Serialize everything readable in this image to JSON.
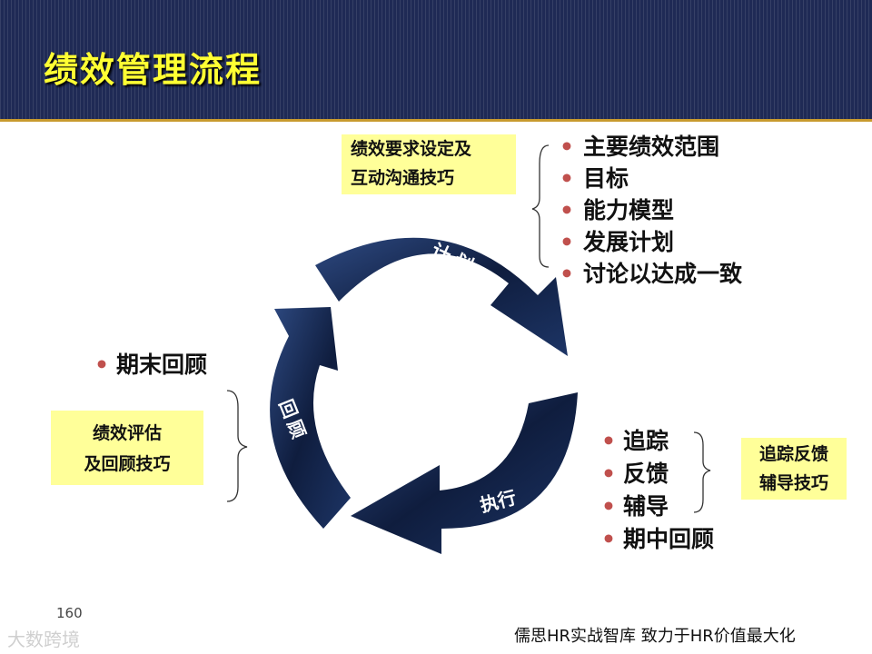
{
  "title": "绩效管理流程",
  "plan_box": {
    "line1": "绩效要求设定及",
    "line2": "互动沟通技巧"
  },
  "plan_items": [
    "主要绩效范围",
    "目标",
    "能力模型",
    "发展计划",
    "讨论以达成一致"
  ],
  "cycle": {
    "plan": "计划",
    "execute": "执行",
    "review": "回顾"
  },
  "review_item": "期末回顾",
  "review_box": {
    "line1": "绩效评估",
    "line2": "及回顾技巧"
  },
  "execute_items": [
    "追踪",
    "反馈",
    "辅导",
    "期中回顾"
  ],
  "execute_box": {
    "line1": "追踪反馈",
    "line2": "辅导技巧"
  },
  "page_number": "160",
  "footer": "儒思HR实战智库  致力于HR价值最大化",
  "watermark": "大数跨境",
  "colors": {
    "header_bg": "#1f2a55",
    "title": "#ffff33",
    "note_box": "#ffff99",
    "bullet": "#c0504d",
    "arrow": "#0f1d3e"
  },
  "icons": {
    "bullet": "bullet-dot",
    "brace": "curly-brace"
  }
}
